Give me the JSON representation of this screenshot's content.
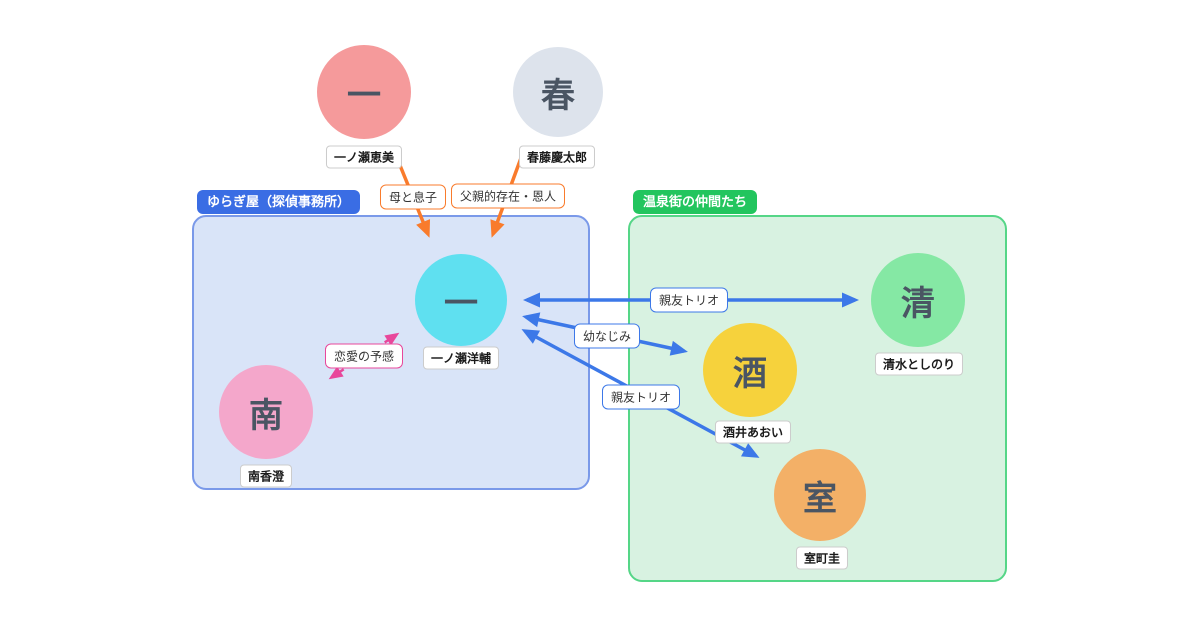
{
  "diagram": {
    "type": "relationship-diagram",
    "background_color": "#ffffff",
    "groups": {
      "yuragiya": {
        "title": "ゆらぎ屋（探偵事務所）",
        "tab_color": "#3a6de4",
        "fill_color": "#d9e4f8",
        "border_color": "#7a99e9",
        "members": [
          "一ノ瀬洋輔",
          "南香澄"
        ]
      },
      "onsen": {
        "title": "温泉街の仲間たち",
        "tab_color": "#22c55e",
        "fill_color": "#d8f2e1",
        "border_color": "#55d687",
        "members": [
          "清水としのり",
          "酒井あおい",
          "室町圭"
        ]
      }
    },
    "nodes": {
      "emi": {
        "char": "一",
        "name": "一ノ瀬恵美",
        "color": "#f59a9b"
      },
      "haru": {
        "char": "春",
        "name": "春藤慶太郎",
        "color": "#dde3ec"
      },
      "yosuke": {
        "char": "一",
        "name": "一ノ瀬洋輔",
        "color": "#5fe0f0"
      },
      "kasumi": {
        "char": "南",
        "name": "南香澄",
        "color": "#f4a7cb"
      },
      "toshinori": {
        "char": "清",
        "name": "清水としのり",
        "color": "#85e8a4"
      },
      "aoi": {
        "char": "酒",
        "name": "酒井あおい",
        "color": "#f6d23c"
      },
      "kei": {
        "char": "室",
        "name": "室町圭",
        "color": "#f3b067"
      }
    },
    "edges": {
      "mother_son": {
        "label": "母と息子",
        "from": "一ノ瀬恵美",
        "to": "一ノ瀬洋輔",
        "color": "#f97b2c",
        "style": "solid",
        "direction": "single"
      },
      "father_figure": {
        "label": "父親的存在・恩人",
        "from": "春藤慶太郎",
        "to": "一ノ瀬洋輔",
        "color": "#f97b2c",
        "style": "solid",
        "direction": "single"
      },
      "trio_top": {
        "label": "親友トリオ",
        "from": "一ノ瀬洋輔",
        "to": "清水としのり",
        "color": "#3c78e8",
        "style": "solid",
        "direction": "double"
      },
      "childhood_friend": {
        "label": "幼なじみ",
        "from": "一ノ瀬洋輔",
        "to": "酒井あおい",
        "color": "#3c78e8",
        "style": "solid",
        "direction": "double"
      },
      "trio_bottom": {
        "label": "親友トリオ",
        "from": "一ノ瀬洋輔",
        "to": "室町圭",
        "color": "#3c78e8",
        "style": "solid",
        "direction": "double"
      },
      "romance": {
        "label": "恋愛の予感",
        "from": "南香澄",
        "to": "一ノ瀬洋輔",
        "color": "#e8479b",
        "style": "dashed",
        "direction": "double"
      }
    }
  }
}
